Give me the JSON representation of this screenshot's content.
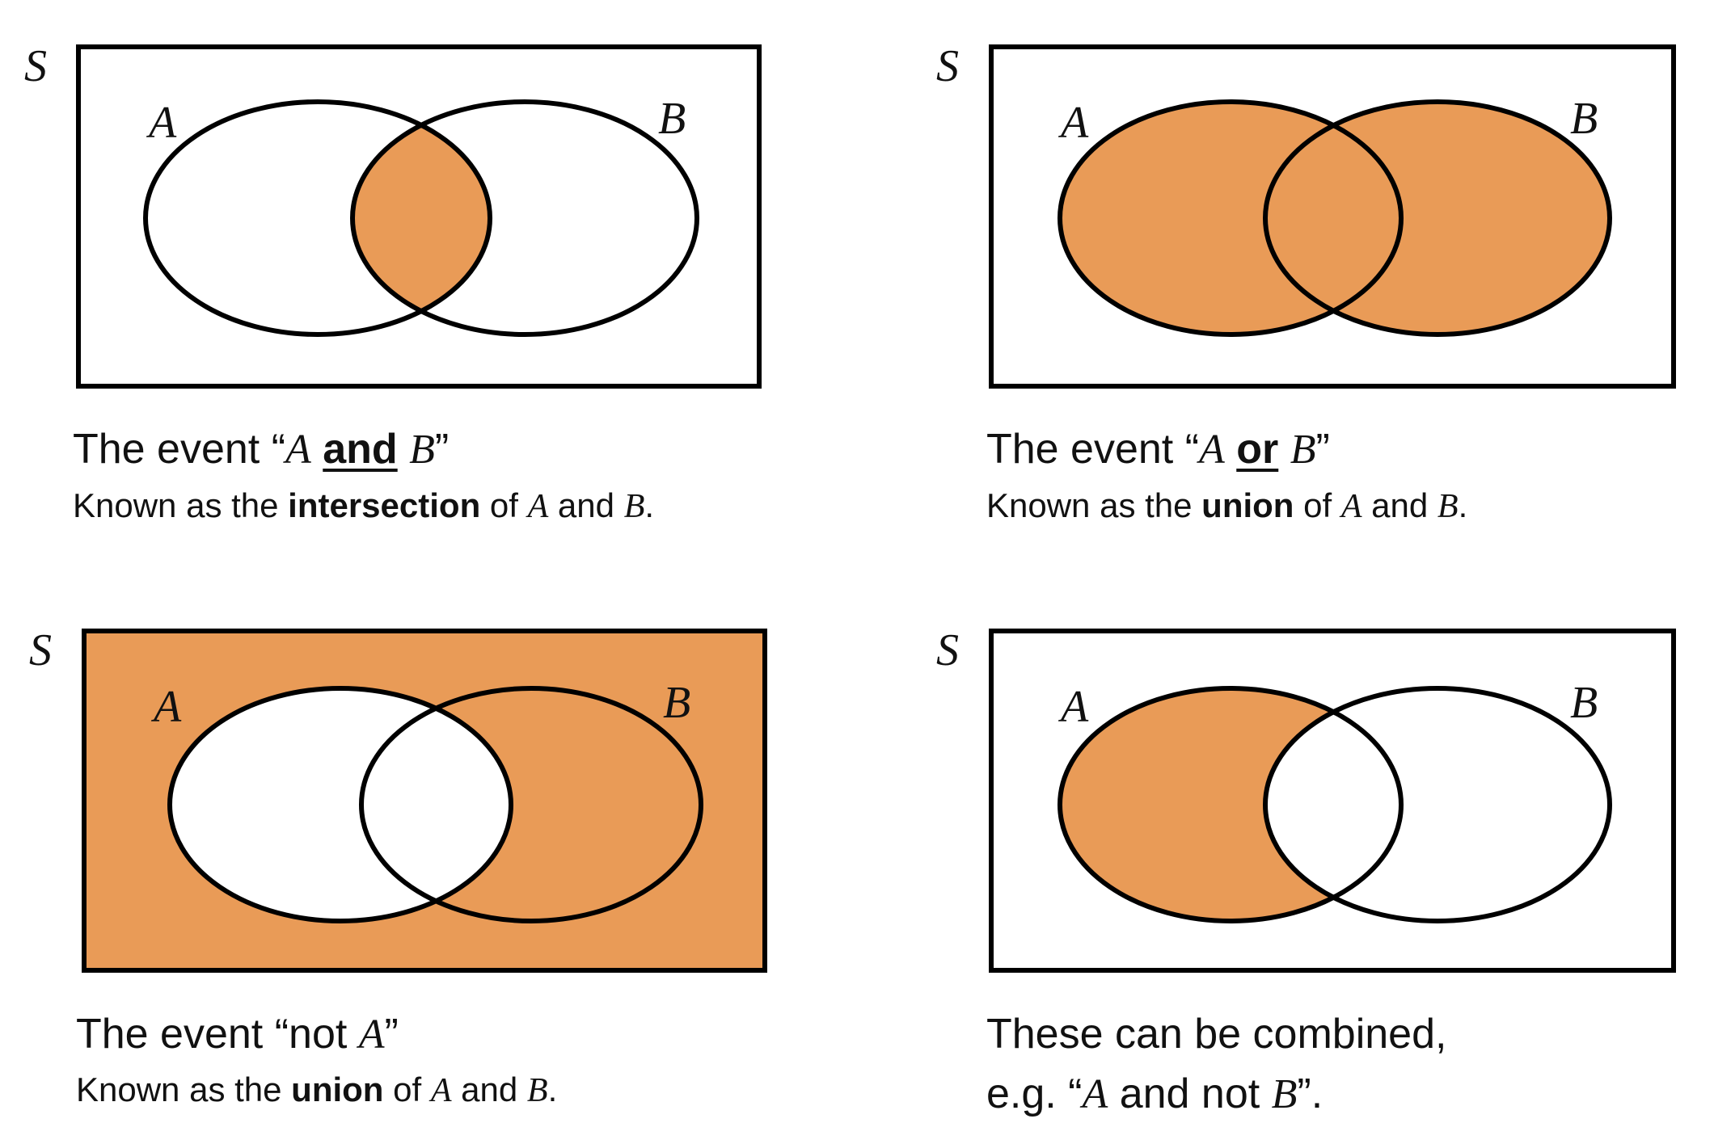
{
  "colors": {
    "fill": "#E99B57",
    "stroke": "#000000",
    "background": "#FFFFFF"
  },
  "set_labels": {
    "universal": "S",
    "a": "A",
    "b": "B"
  },
  "panels": [
    {
      "region": "intersection",
      "title": {
        "prefix": "The event “",
        "a": "A",
        "mid": " ",
        "keyword": "and",
        "mid2": " ",
        "b": "B",
        "suffix": "”"
      },
      "subtitle": {
        "prefix": "Known as the ",
        "keyword": "intersection",
        "mid": " of ",
        "a": "A",
        "mid2": " and ",
        "b": "B",
        "suffix": "."
      }
    },
    {
      "region": "union",
      "title": {
        "prefix": "The event “",
        "a": "A",
        "mid": " ",
        "keyword": "or",
        "mid2": " ",
        "b": "B",
        "suffix": "”"
      },
      "subtitle": {
        "prefix": "Known as the ",
        "keyword": "union",
        "mid": " of ",
        "a": "A",
        "mid2": " and ",
        "b": "B",
        "suffix": "."
      }
    },
    {
      "region": "not-a",
      "title": {
        "prefix": "The event “not ",
        "a": "A",
        "suffix": "”"
      },
      "subtitle": {
        "prefix": "Known as the ",
        "keyword": "union",
        "mid": " of ",
        "a": "A",
        "mid2": " and ",
        "b": "B",
        "suffix": "."
      }
    },
    {
      "region": "a-and-not-b",
      "line1": "These can be combined,",
      "line2": {
        "prefix": "e.g. “",
        "a": "A",
        "mid": " and not ",
        "b": "B",
        "suffix": "”."
      }
    }
  ]
}
